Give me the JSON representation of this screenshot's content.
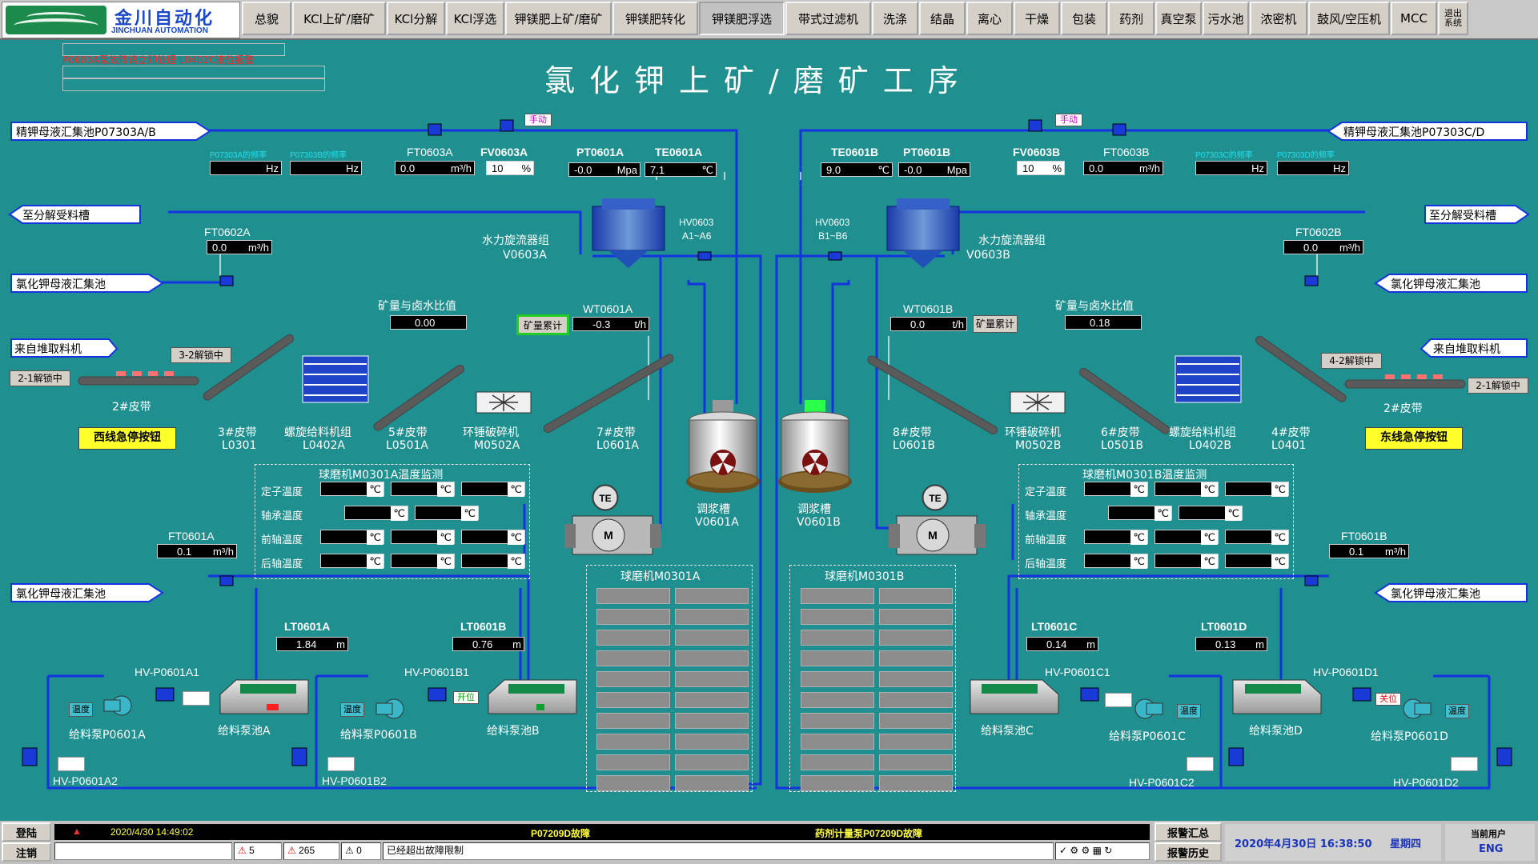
{
  "header": {
    "logo_cn": "金川自动化",
    "logo_en": "JINCHUAN AUTOMATION",
    "nav": [
      "总貌",
      "KCl上矿/磨矿",
      "KCl分解",
      "KCl浮选",
      "钾镁肥上矿/磨矿",
      "钾镁肥转化",
      "钾镁肥浮选",
      "带式过滤机",
      "洗涤",
      "结晶",
      "离心",
      "干燥",
      "包装",
      "药剂",
      "真空泵",
      "污水池",
      "浓密机",
      "鼓风/空压机",
      "MCC"
    ],
    "exit": [
      "退出",
      "系统"
    ],
    "active_tab": "钾镁肥浮选"
  },
  "alarm_banner": "P0603A泵故障请立即处理 L0402C液位报警",
  "title": "氯化钾上矿/磨矿工序",
  "accent_colors": {
    "bg": "#1f8f8f",
    "pipe": "#1533e0",
    "display": "#000000",
    "button_yellow": "#ffff2a"
  },
  "left": {
    "pipe_tags": {
      "jingjia": "精钾母液汇集池P07303A/B",
      "fenjie": "至分解受料槽",
      "muye1": "氯化钾母液汇集池",
      "muye2": "氯化钾母液汇集池",
      "duiliao": "来自堆取料机"
    },
    "freq": [
      {
        "label": "P07303A的频率",
        "unit": "Hz"
      },
      {
        "label": "P07303B的频率",
        "unit": "Hz"
      }
    ],
    "ft0603a": {
      "tag": "FT0603A",
      "value": "0.0",
      "unit": "m³/h"
    },
    "fv0603a": {
      "tag": "FV0603A",
      "value": "10",
      "unit": "%",
      "mode": "手动"
    },
    "pt0601a": {
      "tag": "PT0601A",
      "value": "-0.0",
      "unit": "Mpa"
    },
    "te0601a": {
      "tag": "TE0601A",
      "value": "7.1",
      "unit": "℃"
    },
    "ft0602a": {
      "tag": "FT0602A",
      "value": "0.0",
      "unit": "m³/h"
    },
    "cyclone": {
      "name": "水力旋流器组",
      "tag": "V0603A",
      "valve_tag": "HV0603",
      "valve_range": "A1~A6"
    },
    "ratio": {
      "label": "矿量与卤水比值",
      "value": "0.00"
    },
    "wt0601a": {
      "tag": "WT0601A",
      "value": "-0.3",
      "unit": "t/h",
      "button": "矿量累计"
    },
    "lock1": "2-1解锁中",
    "lock2": "3-2解锁中",
    "belt2": "2#皮带",
    "belt3": {
      "name": "3#皮带",
      "tag": "L0301"
    },
    "screw": {
      "name": "螺旋给料机组",
      "tag": "L0402A"
    },
    "belt5": {
      "name": "5#皮带",
      "tag": "L0501A"
    },
    "crusher": {
      "name": "环锤破碎机",
      "tag": "M0502A"
    },
    "belt7": {
      "name": "7#皮带",
      "tag": "L0601A"
    },
    "estop": "西线急停按钮",
    "tank": {
      "name": "调浆槽",
      "tag": "V0601A"
    },
    "temp": {
      "title": "球磨机M0301A温度监测",
      "rows": [
        "定子温度",
        "轴承温度",
        "前轴温度",
        "后轴温度"
      ],
      "unit": "℃"
    },
    "te_label": "TE",
    "motor_label": "M",
    "mill": "球磨机M0301A",
    "ft0601a": {
      "tag": "FT0601A",
      "value": "0.1",
      "unit": "m³/h"
    },
    "lt0601a": {
      "tag": "LT0601A",
      "value": "1.84",
      "unit": "m"
    },
    "lt0601b": {
      "tag": "LT0601B",
      "value": "0.76",
      "unit": "m"
    },
    "hv1": "HV-P0601A1",
    "hv2": "HV-P0601B1",
    "hv3": "HV-P0601A2",
    "hv4": "HV-P0601B2",
    "pumpA": "给料泵P0601A",
    "pumpB": "给料泵P0601B",
    "poolA": "给料泵池A",
    "poolB": "给料泵池B",
    "temp_btn": "温度",
    "open": "开位"
  },
  "right": {
    "pipe_tags": {
      "jingjia": "精钾母液汇集池P07303C/D",
      "fenjie": "至分解受料槽",
      "muye1": "氯化钾母液汇集池",
      "muye2": "氯化钾母液汇集池",
      "duiliao": "来自堆取料机"
    },
    "freq": [
      {
        "label": "P07303C的频率",
        "unit": "Hz"
      },
      {
        "label": "P07303D的频率",
        "unit": "Hz"
      }
    ],
    "te0601b": {
      "tag": "TE0601B",
      "value": "9.0",
      "unit": "℃"
    },
    "pt0601b": {
      "tag": "PT0601B",
      "value": "-0.0",
      "unit": "Mpa"
    },
    "fv0603b": {
      "tag": "FV0603B",
      "value": "10",
      "unit": "%",
      "mode": "手动"
    },
    "ft0603b": {
      "tag": "FT0603B",
      "value": "0.0",
      "unit": "m³/h"
    },
    "ft0602b": {
      "tag": "FT0602B",
      "value": "0.0",
      "unit": "m³/h"
    },
    "cyclone": {
      "name": "水力旋流器组",
      "tag": "V0603B",
      "valve_tag": "HV0603",
      "valve_range": "B1~B6"
    },
    "ratio": {
      "label": "矿量与卤水比值",
      "value": "0.18"
    },
    "wt0601b": {
      "tag": "WT0601B",
      "value": "0.0",
      "unit": "t/h",
      "button": "矿量累计"
    },
    "lock1": "2-1解锁中",
    "lock2": "4-2解锁中",
    "belt2": "2#皮带",
    "belt4": {
      "name": "4#皮带",
      "tag": "L0401"
    },
    "screw": {
      "name": "螺旋给料机组",
      "tag": "L0402B"
    },
    "belt6": {
      "name": "6#皮带",
      "tag": "L0501B"
    },
    "crusher": {
      "name": "环锤破碎机",
      "tag": "M0502B"
    },
    "belt8": {
      "name": "8#皮带",
      "tag": "L0601B"
    },
    "estop": "东线急停按钮",
    "tank": {
      "name": "调浆槽",
      "tag": "V0601B"
    },
    "temp": {
      "title": "球磨机M0301B温度监测",
      "rows": [
        "定子温度",
        "轴承温度",
        "前轴温度",
        "后轴温度"
      ],
      "unit": "℃"
    },
    "mill": "球磨机M0301B",
    "ft0601b": {
      "tag": "FT0601B",
      "value": "0.1",
      "unit": "m³/h"
    },
    "lt0601c": {
      "tag": "LT0601C",
      "value": "0.14",
      "unit": "m"
    },
    "lt0601d": {
      "tag": "LT0601D",
      "value": "0.13",
      "unit": "m"
    },
    "hv1": "HV-P0601C1",
    "hv2": "HV-P0601D1",
    "hv3": "HV-P0601C2",
    "hv4": "HV-P0601D2",
    "pumpC": "给料泵P0601C",
    "pumpD": "给料泵P0601D",
    "poolC": "给料泵池C",
    "poolD": "给料泵池D",
    "close": "关位"
  },
  "footer": {
    "login": "登陆",
    "logout": "注销",
    "alarm_time": "2020/4/30 14:49:02",
    "alarm_1": "P07209D故障",
    "alarm_2": "药剂计量泵P07209D故障",
    "count1": "5",
    "count2": "265",
    "count3": "0",
    "msg": "已经超出故障限制",
    "summary": "报警汇总",
    "history": "报警历史",
    "datetime": "2020年4月30日  16:38:50",
    "weekday": "星期四",
    "user_label": "当前用户",
    "user": "ENG"
  }
}
